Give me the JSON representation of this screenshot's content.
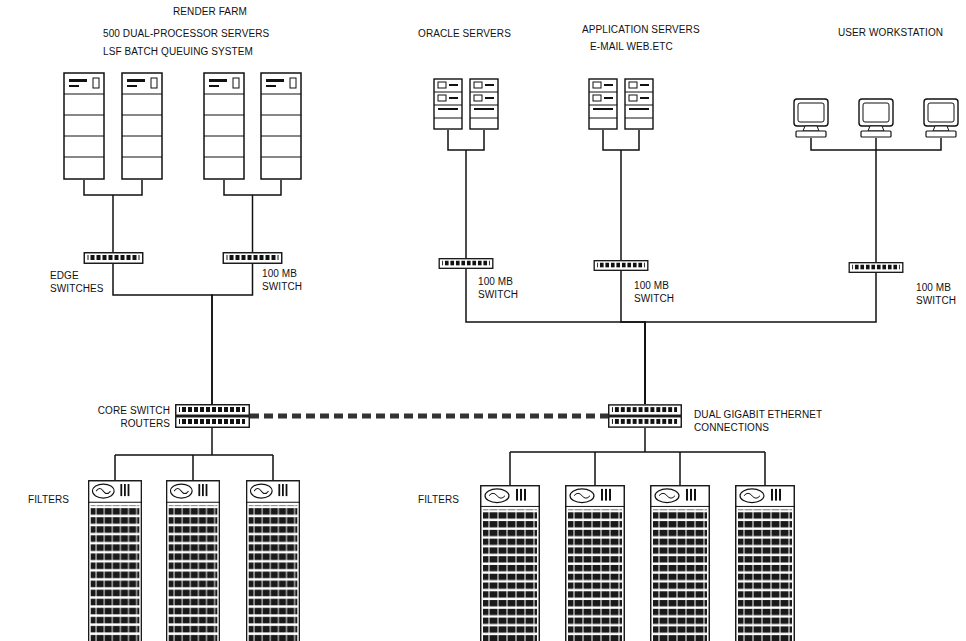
{
  "diagram": {
    "nodes": [
      {
        "text": [
          "RENDER FARM",
          "500 DUAL-PROCESSOR SERVERS",
          "LSF BATCH QUEUING SYSTEM"
        ]
      },
      {
        "text": [
          "ORACLE SERVERS"
        ]
      },
      {
        "text": [
          "APPLICATION SERVERS",
          "E-MAIL WEB.ETC"
        ]
      },
      {
        "text": [
          "USER WORKSTATION"
        ]
      },
      {
        "text": [
          "EDGE SWITCHES"
        ]
      },
      {
        "text": [
          "100 MB SWITCH"
        ]
      },
      {
        "text": [
          "100 MB SWITCH"
        ]
      },
      {
        "text": [
          "100 MB SWITCH"
        ]
      },
      {
        "text": [
          "100 MB SWITCH"
        ]
      },
      {
        "text": [
          "CORE SWITCH ROUTERS"
        ]
      },
      {
        "text": [
          "DUAL GIGABIT ETHERNET CONNECTIONS"
        ]
      },
      {
        "text": [
          "FILTERS"
        ]
      },
      {
        "text": [
          "FILTERS"
        ]
      }
    ],
    "edges": [
      {
        "from": 0,
        "to": 4,
        "arrow": "none"
      },
      {
        "from": 0,
        "to": 5,
        "arrow": "none"
      },
      {
        "from": 1,
        "to": 6,
        "arrow": "none"
      },
      {
        "from": 2,
        "to": 7,
        "arrow": "none"
      },
      {
        "from": 3,
        "to": 8,
        "arrow": "none"
      },
      {
        "from": 4,
        "to": 9,
        "arrow": "none"
      },
      {
        "from": 5,
        "to": 9,
        "arrow": "none"
      },
      {
        "from": 6,
        "to": 10,
        "arrow": "none"
      },
      {
        "from": 7,
        "to": 10,
        "arrow": "none"
      },
      {
        "from": 8,
        "to": 10,
        "arrow": "none"
      },
      {
        "from": 9,
        "to": 10,
        "arrow": "none"
      },
      {
        "from": 9,
        "to": 11,
        "arrow": "none"
      },
      {
        "from": 10,
        "to": 12,
        "arrow": "none"
      }
    ]
  }
}
